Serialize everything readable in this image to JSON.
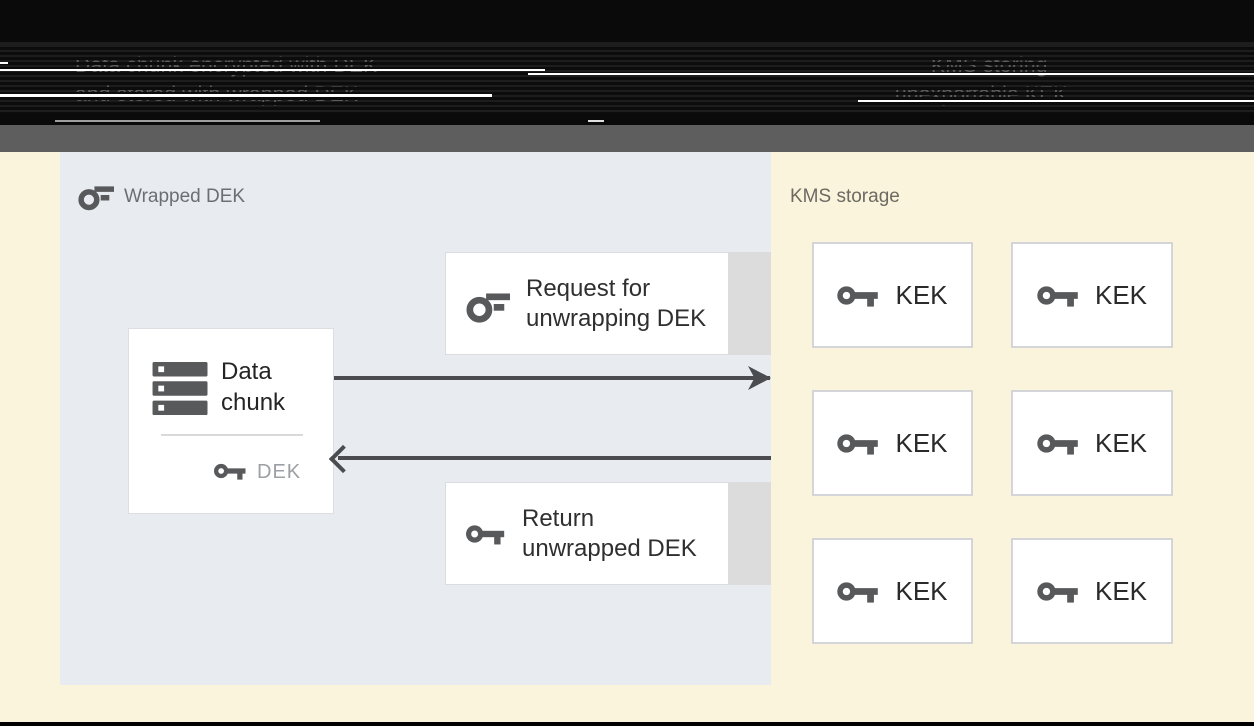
{
  "header": {
    "left_caption_lines": [
      "Data chunk encrypted with DEK",
      "and stored with wrapped DEK"
    ],
    "right_caption_lines": [
      "KMS storing",
      "unexportable KEK"
    ]
  },
  "wrapped_panel": {
    "label": "Wrapped DEK",
    "data_chunk": {
      "title_lines": [
        "Data",
        "chunk"
      ],
      "key_label": "DEK"
    },
    "request_box_lines": [
      "Request for",
      "unwrapping DEK"
    ],
    "return_box_lines": [
      "Return",
      "unwrapped DEK"
    ]
  },
  "kms_panel": {
    "label": "KMS storage",
    "kek_boxes": [
      {
        "label": "KEK"
      },
      {
        "label": "KEK"
      },
      {
        "label": "KEK"
      },
      {
        "label": "KEK"
      },
      {
        "label": "KEK"
      },
      {
        "label": "KEK"
      }
    ]
  },
  "icons": {
    "wrapped_key": "wrapped-key-icon",
    "solid_key": "key-icon",
    "data_chunk_stack": "storage-stack-icon"
  },
  "colors": {
    "cream_background": "#fbf4dc",
    "panel_background": "#e8ebf0",
    "band_gray": "#5e5e5e",
    "header_black": "#101010",
    "box_border": "#dadce0",
    "gray_strip": "#dcdcdc",
    "icon_gray": "#58595b",
    "arrow_gray": "#4a4c4f",
    "muted_label": "#6c6f72",
    "kms_label": "#6b6a63",
    "dek_label": "#9ba0a5",
    "dark_text": "#2b2b2b"
  }
}
